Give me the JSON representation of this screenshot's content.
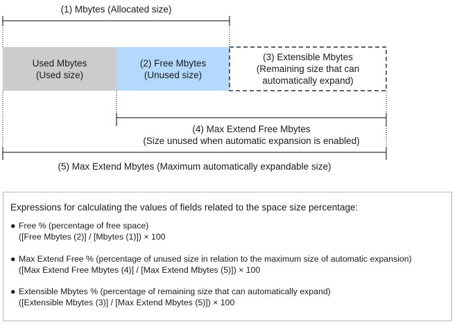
{
  "diagram": {
    "label_mbytes": "(1) Mbytes (Allocated size)",
    "used_box": {
      "line1": "Used Mbytes",
      "line2": "(Used size)",
      "fill": "#cccccc"
    },
    "free_box": {
      "line1": "(2) Free Mbytes",
      "line2": "(Unused size)",
      "fill": "#b3d9ff"
    },
    "extensible_box": {
      "line1": "(3) Extensible Mbytes",
      "line2": "(Remaining size that can",
      "line3": "automatically expand)"
    },
    "max_extend_free": {
      "line1": "(4) Max Extend Free Mbytes",
      "line2": "(Size unused when automatic expansion is enabled)"
    },
    "max_extend": "(5) Max Extend Mbytes (Maximum automatically expandable size)"
  },
  "formulas": {
    "title": "Expressions for calculating the values of fields related to the space size percentage:",
    "bullet": "●",
    "items": [
      {
        "name": "Free % (percentage of free space)",
        "expression": "([Free Mbytes (2)] / [Mbytes (1)]) × 100"
      },
      {
        "name": "Max Extend Free % (percentage of unused size in relation to the maximum size of automatic expansion)",
        "expression": "([Max Extend Free Mbytes (4)] / [Max Extend Mbytes (5)]) × 100"
      },
      {
        "name": "Extensible Mbytes % (percentage of remaining size that can automatically expand)",
        "expression": "([Extensible Mbytes (3)] / [Max Extend Mbytes (5)]) × 100"
      }
    ]
  },
  "colors": {
    "used": "#cccccc",
    "free": "#b3d9ff",
    "line": "#000000"
  }
}
